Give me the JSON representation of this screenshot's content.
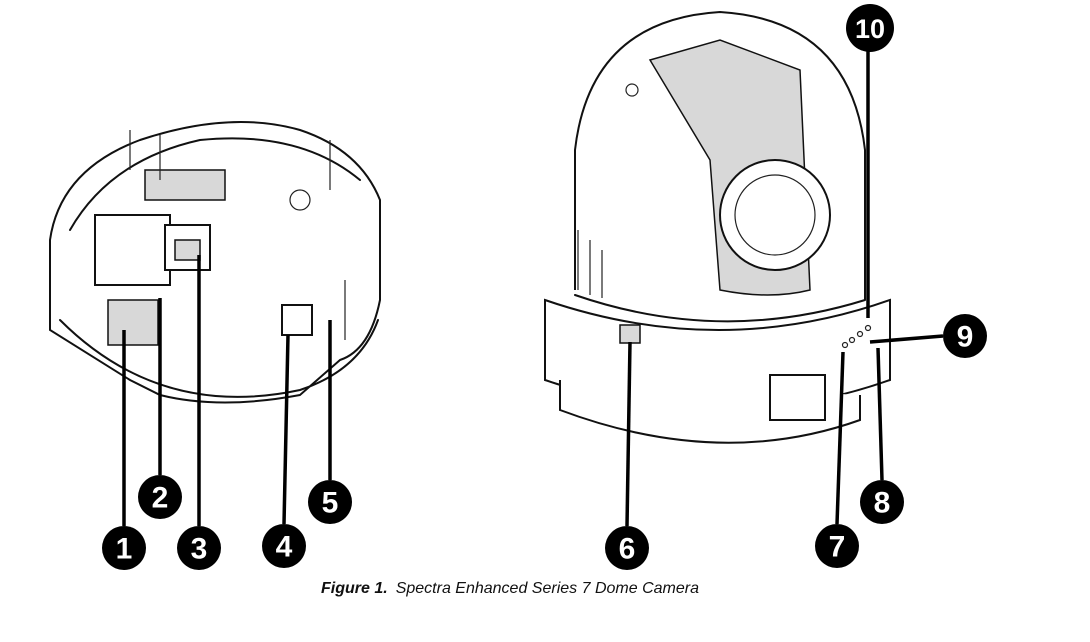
{
  "figure": {
    "label": "Figure 1.",
    "title": "Spectra Enhanced Series 7 Dome Camera"
  },
  "callouts": [
    "1",
    "2",
    "3",
    "4",
    "5",
    "6",
    "7",
    "8",
    "9",
    "10"
  ]
}
